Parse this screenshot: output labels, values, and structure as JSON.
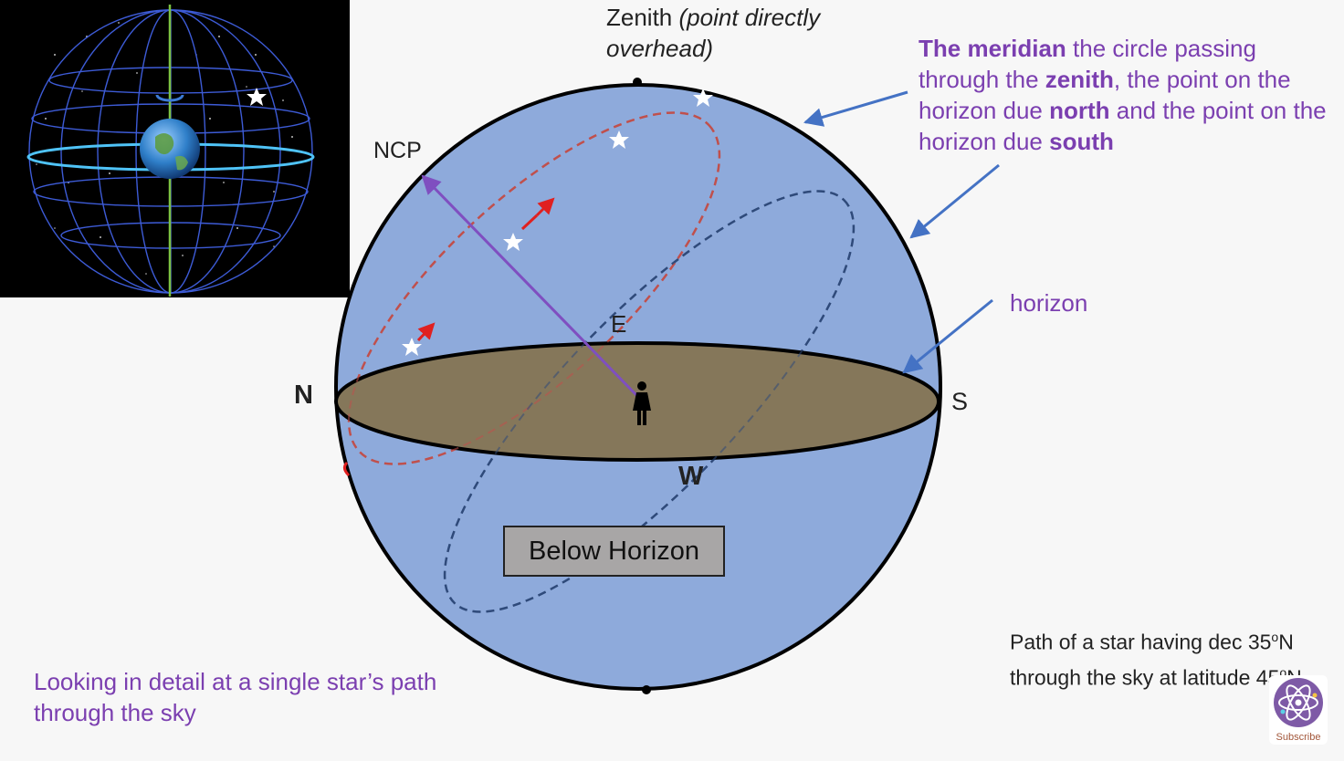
{
  "zenith": {
    "title": "Zenith",
    "note": "(point directly overhead)"
  },
  "meridian_note": {
    "b1": "The meridian",
    "t1": " the circle passing through the ",
    "b2": "zenith",
    "t2": ", the point on the horizon due ",
    "b3": "north",
    "t3": " and the point on the horizon due ",
    "b4": "south"
  },
  "horizon_label": "horizon",
  "ncp_label": "NCP",
  "directions": {
    "north": "N",
    "south": "S",
    "east": "E",
    "west": "W"
  },
  "below_horizon_label": "Below Horizon",
  "caption_left": "Looking in detail at a single star’s path through the sky",
  "caption_right": {
    "line1_pre": "Path of a star having dec 35",
    "sup1": "o",
    "line1_post": "N through the sky at latitude 45",
    "sup2": "o",
    "line2_post": "N"
  },
  "subscribe_label": "Subscribe",
  "colors": {
    "sky": "#8eaadb",
    "horizon_plane": "#85775a",
    "star_path": "#c0504d",
    "other_path": "#2f4a7a",
    "ncp_axis": "#7f4fc0",
    "annotation_arrow": "#4472c4",
    "accent_text": "#7b3fb0"
  }
}
